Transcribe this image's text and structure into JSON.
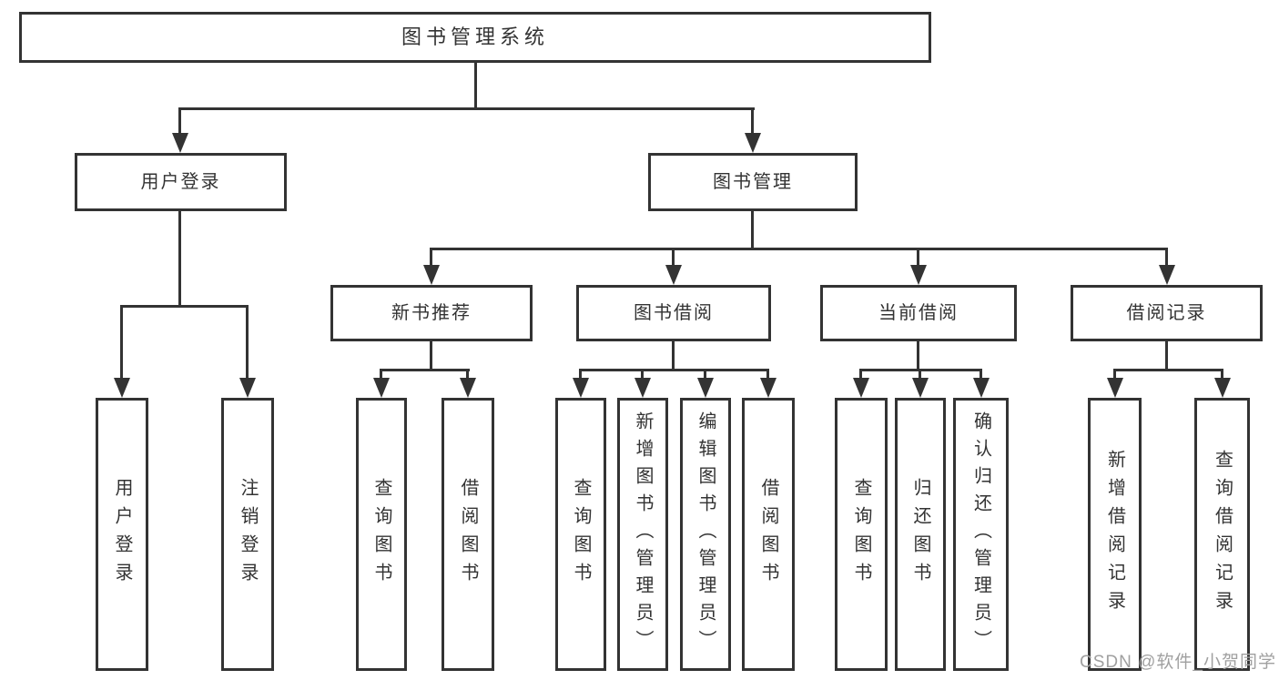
{
  "colors": {
    "line": "#333333",
    "text": "#333333",
    "watermark": "#a0a0a0",
    "background": "#ffffff"
  },
  "nodes": {
    "root": {
      "label": "图书管理系统"
    },
    "user_login": {
      "label": "用户登录"
    },
    "book_mgmt": {
      "label": "图书管理"
    },
    "new_book_rec": {
      "label": "新书推荐"
    },
    "book_borrow": {
      "label": "图书借阅"
    },
    "current_borrow": {
      "label": "当前借阅"
    },
    "borrow_record": {
      "label": "借阅记录"
    },
    "leaf_user_login": {
      "label": "用户登录"
    },
    "leaf_logout": {
      "label": "注销登录"
    },
    "leaf_nb_query_book": {
      "label": "查询图书"
    },
    "leaf_nb_borrow_book": {
      "label": "借阅图书"
    },
    "leaf_bb_query_book": {
      "label": "查询图书"
    },
    "leaf_bb_add_book": {
      "label": "新增图书（管理员）"
    },
    "leaf_bb_edit_book": {
      "label": "编辑图书（管理员）"
    },
    "leaf_bb_borrow_book": {
      "label": "借阅图书"
    },
    "leaf_cb_query_book": {
      "label": "查询图书"
    },
    "leaf_cb_return_book": {
      "label": "归还图书"
    },
    "leaf_cb_confirm_return": {
      "label": "确认归还（管理员）"
    },
    "leaf_br_add_record": {
      "label": "新增借阅记录"
    },
    "leaf_br_query_record": {
      "label": "查询借阅记录"
    }
  },
  "watermark": {
    "text": "CSDN @软件_小贺同学"
  }
}
